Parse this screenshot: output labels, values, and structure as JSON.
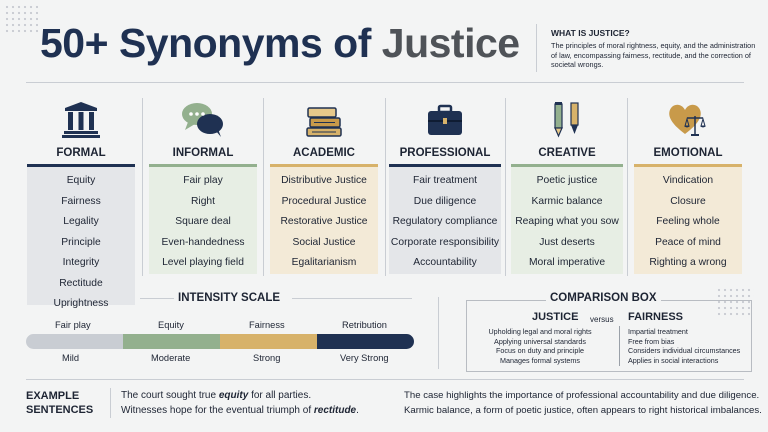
{
  "header": {
    "title_prefix": "50+ Synonyms of ",
    "title_keyword": "Justice",
    "definition_heading": "WHAT IS JUSTICE?",
    "definition_text": "The principles of moral rightness, equity, and the administration of law, encompassing fairness, rectitude, and the correction of societal wrongs."
  },
  "categories": [
    {
      "name": "FORMAL",
      "icon": "pillars-icon",
      "accent": "#1f3152",
      "items": [
        "Equity",
        "Fairness",
        "Legality",
        "Principle",
        "Integrity",
        "Rectitude",
        "Uprightness"
      ]
    },
    {
      "name": "INFORMAL",
      "icon": "chat-bubbles-icon",
      "accent": "#93b08e",
      "items": [
        "Fair play",
        "Right",
        "Square deal",
        "Even-handedness",
        "Level playing field"
      ]
    },
    {
      "name": "ACADEMIC",
      "icon": "books-icon",
      "accent": "#d7b26a",
      "items": [
        "Distributive Justice",
        "Procedural Justice",
        "Restorative Justice",
        "Social Justice",
        "Egalitarianism"
      ]
    },
    {
      "name": "PROFESSIONAL",
      "icon": "briefcase-icon",
      "accent": "#1f3152",
      "items": [
        "Fair treatment",
        "Due diligence",
        "Regulatory compliance",
        "Corporate responsibility",
        "Accountability"
      ]
    },
    {
      "name": "CREATIVE",
      "icon": "pen-pencil-icon",
      "accent": "#93b08e",
      "items": [
        "Poetic justice",
        "Karmic balance",
        "Reaping what you sow",
        "Just deserts",
        "Moral imperative"
      ]
    },
    {
      "name": "EMOTIONAL",
      "icon": "heart-scale-icon",
      "accent": "#d7b26a",
      "items": [
        "Vindication",
        "Closure",
        "Feeling whole",
        "Peace of mind",
        "Righting a wrong"
      ]
    }
  ],
  "intensity": {
    "heading": "INTENSITY SCALE",
    "words": [
      "Fair play",
      "Equity",
      "Fairness",
      "Retribution"
    ],
    "levels": [
      "Mild",
      "Moderate",
      "Strong",
      "Very Strong"
    ],
    "colors": [
      "#c9cdd3",
      "#93b08e",
      "#d7b26a",
      "#1f3152"
    ]
  },
  "comparison": {
    "heading": "COMPARISON BOX",
    "left_title": "JUSTICE",
    "versus": "versus",
    "right_title": "FAIRNESS",
    "left_points": [
      "Upholding legal and moral rights",
      "Applying universal standards",
      "Focus on duty and principle",
      "Manages formal systems"
    ],
    "right_points": [
      "Impartial treatment",
      "Free from bias",
      "Considers individual circumstances",
      "Applies in social interactions"
    ]
  },
  "examples": {
    "heading_line1": "EXAMPLE",
    "heading_line2": "SENTENCES",
    "s1_before": "The court sought true ",
    "s1_em": "equity",
    "s1_after": " for all parties.",
    "s2_before": "Witnesses hope for the eventual triumph of ",
    "s2_em": "rectitude",
    "s2_after": ".",
    "s3": "The case highlights the importance of professional accountability and due diligence.",
    "s4": "Karmic balance, a form of poetic justice, often appears to right historical imbalances."
  }
}
